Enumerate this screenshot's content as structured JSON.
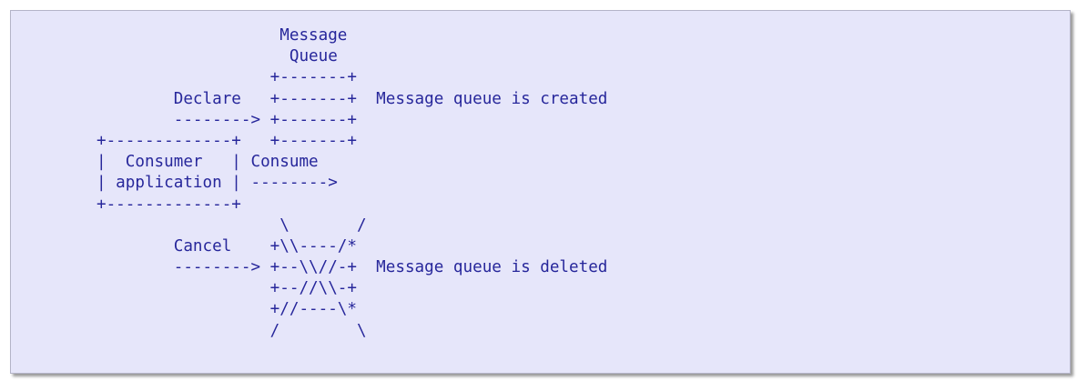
{
  "diagram": {
    "lines": [
      "                   Message",
      "                    Queue",
      "                  +-------+",
      "        Declare   +-------+  Message queue is created",
      "        --------> +-------+",
      "+-------------+   +-------+",
      "|  Consumer   | Consume",
      "| application | -------->",
      "+-------------+",
      "                   \\       /",
      "        Cancel    +\\\\----/*",
      "        --------> +--\\\\//-+  Message queue is deleted",
      "                  +--//\\\\-+",
      "                  +//----\\*",
      "                  /        \\"
    ]
  }
}
